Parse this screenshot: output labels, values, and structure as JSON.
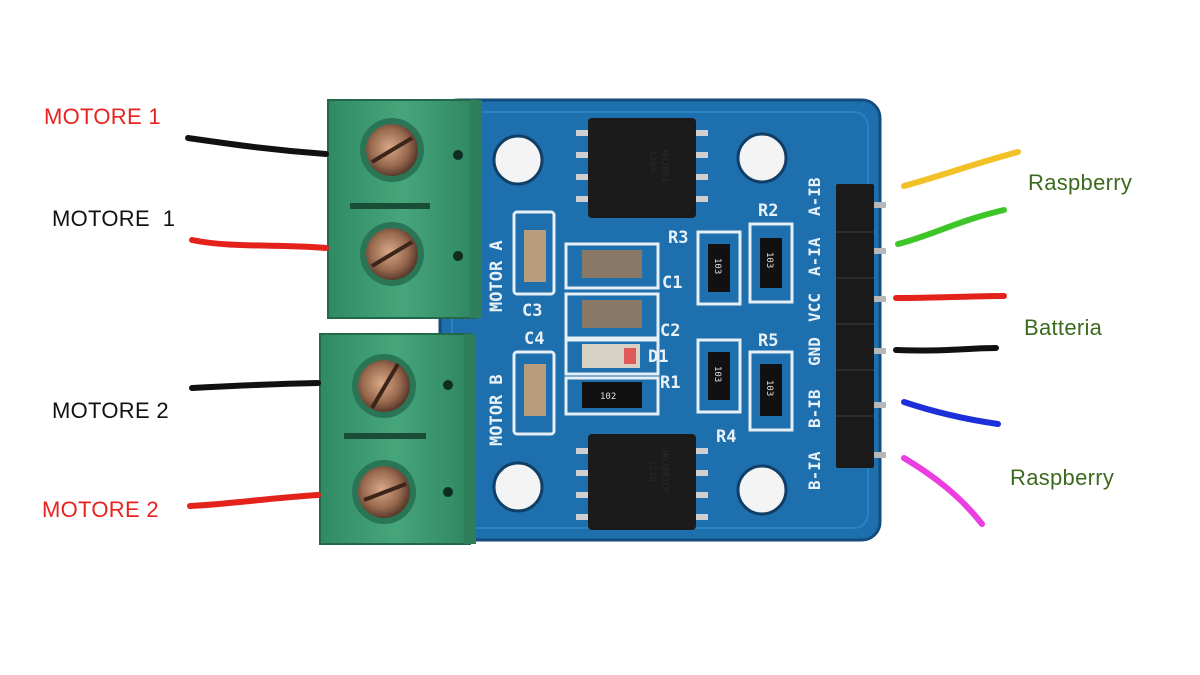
{
  "labels": {
    "left": [
      "MOTORE 1",
      "MOTORE  1",
      "MOTORE 2",
      "MOTORE 2"
    ],
    "right": [
      "Raspberry",
      "Batteria",
      "Raspberry"
    ]
  },
  "board": {
    "motor_a": "MOTOR A",
    "motor_b": "MOTOR B",
    "pins": [
      "A-IB",
      "A-IA",
      "VCC",
      "GND",
      "B-IB",
      "B-IA"
    ],
    "components": [
      "R2",
      "R3",
      "C1",
      "C2",
      "C3",
      "C4",
      "D1",
      "R1",
      "R5",
      "R4"
    ],
    "resistor_code": "103",
    "r1_code": "102",
    "chip_top": [
      "HG7881",
      "1234"
    ],
    "chip_bottom": [
      "HG7881CP",
      "1230"
    ]
  },
  "colors": {
    "red_label": "#e8231f",
    "black_label": "#111111",
    "green_label": "#3c6a1e",
    "pcb": "#1d6fae",
    "terminal": "#3a9a72",
    "wire_black": "#111111",
    "wire_red": "#e4221c",
    "wire_yellow": "#f2c127",
    "wire_green": "#3ec629",
    "wire_blue": "#1d2fd8",
    "wire_pink": "#ec3ee0"
  }
}
